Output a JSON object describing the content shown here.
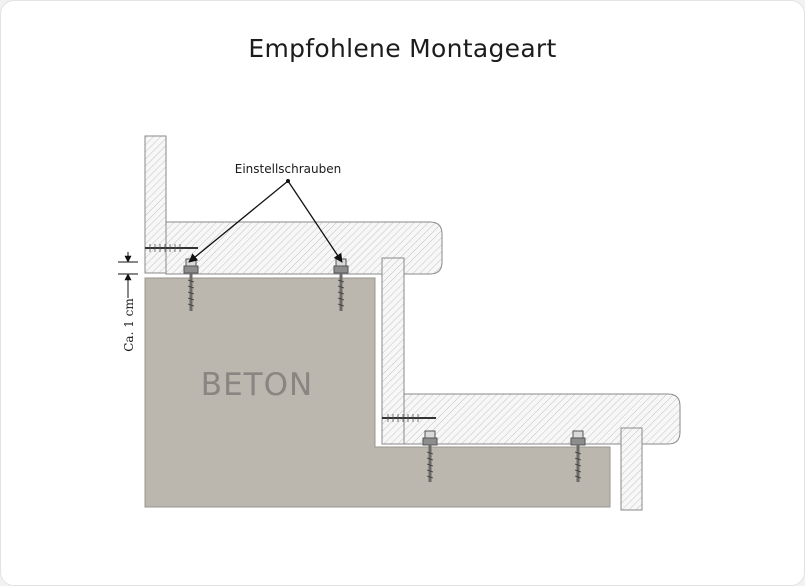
{
  "title": "Empfohlene Montageart",
  "labels": {
    "screws": "Einstellschrauben",
    "gap": "Ca. 1 cm",
    "concrete": "BETON"
  },
  "colors": {
    "concrete": "#bbb6ae",
    "wood_hatch": "#c9c9c9",
    "outline": "#8a8a8a"
  }
}
